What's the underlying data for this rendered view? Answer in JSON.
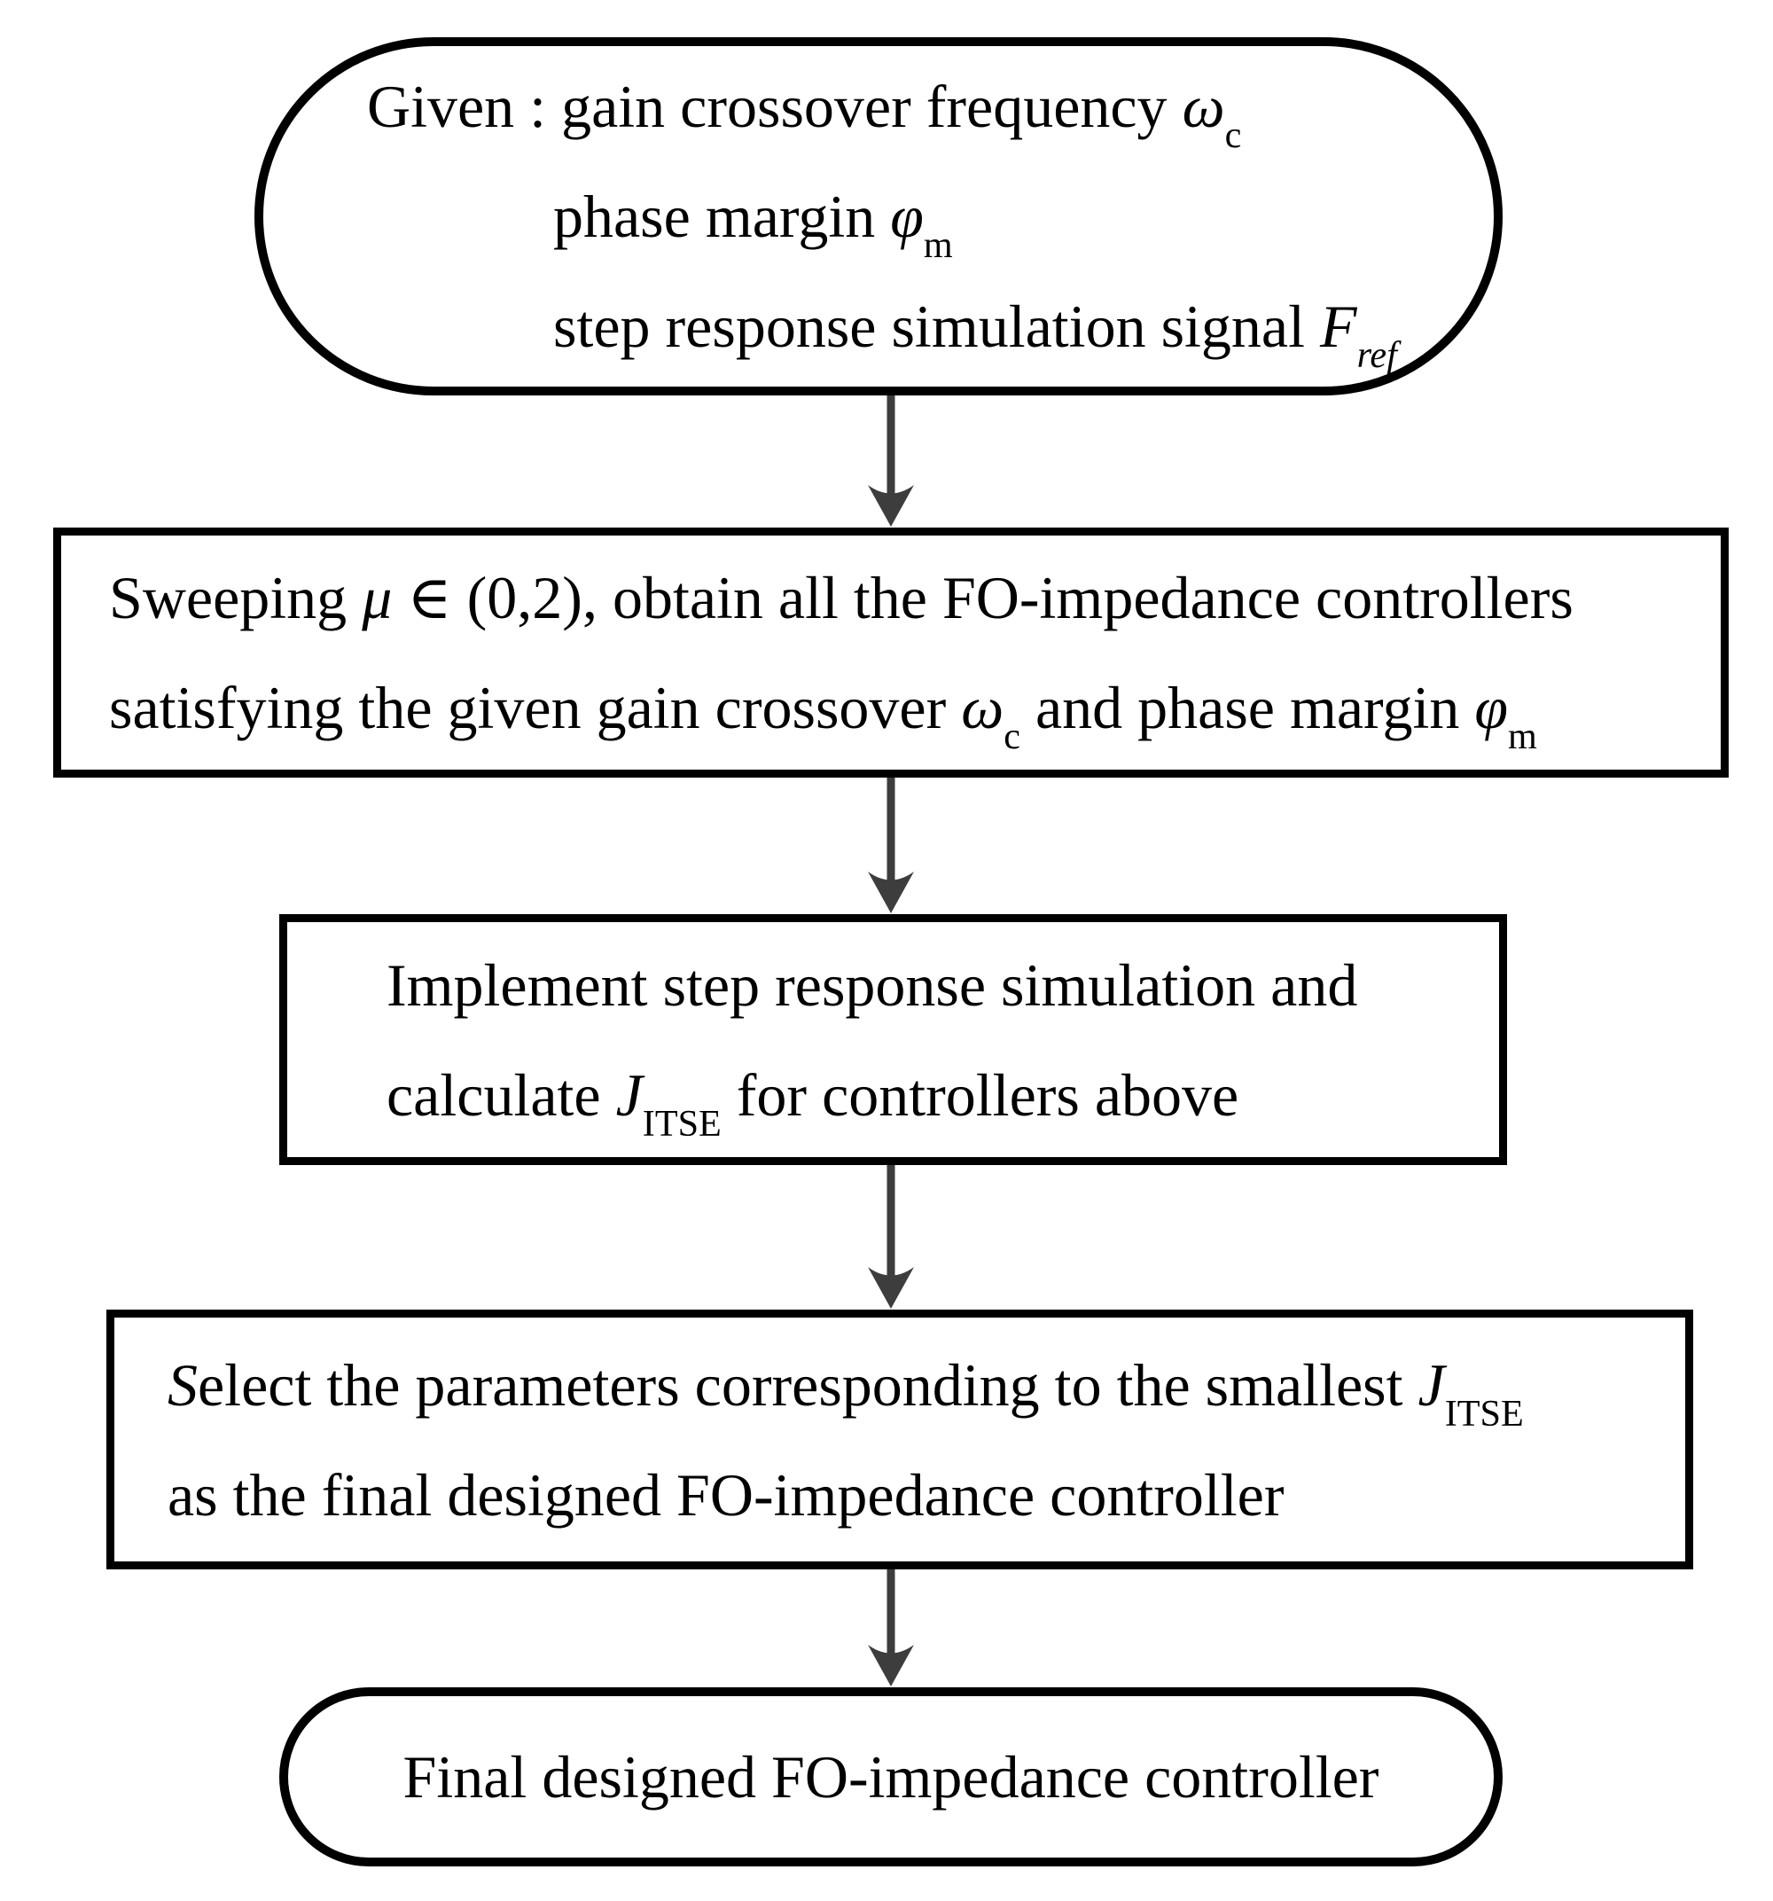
{
  "diagram": {
    "title": "FO-impedance controller design flowchart",
    "colors": {
      "background": "#ffffff",
      "node_fill": "#ffffff",
      "border": "#000000",
      "text": "#000000",
      "arrow": "#3d3d3d"
    },
    "nodes": [
      {
        "id": "start",
        "shape": "stadium",
        "lines": [
          {
            "runs": [
              {
                "t": "Given : gain crossover frequency "
              },
              {
                "t": "ω",
                "style": "italic"
              },
              {
                "t": "c",
                "style": "sub"
              }
            ]
          },
          {
            "indent": true,
            "runs": [
              {
                "t": "phase margin "
              },
              {
                "t": "φ",
                "style": "italic"
              },
              {
                "t": "m",
                "style": "sub"
              }
            ]
          },
          {
            "indent": true,
            "runs": [
              {
                "t": "step response simulation signal "
              },
              {
                "t": "F",
                "style": "italic"
              },
              {
                "t": "ref",
                "style": "sub-italic"
              }
            ]
          }
        ]
      },
      {
        "id": "sweep",
        "shape": "rect",
        "lines": [
          {
            "runs": [
              {
                "t": "Sweeping "
              },
              {
                "t": "μ",
                "style": "italic"
              },
              {
                "t": " ∈ (0,2), obtain all the FO-impedance controllers"
              }
            ]
          },
          {
            "runs": [
              {
                "t": "satisfying the given gain crossover "
              },
              {
                "t": "ω",
                "style": "italic"
              },
              {
                "t": "c",
                "style": "sub"
              },
              {
                "t": " and phase margin "
              },
              {
                "t": "φ",
                "style": "italic"
              },
              {
                "t": "m",
                "style": "sub"
              }
            ]
          }
        ]
      },
      {
        "id": "simulate",
        "shape": "rect",
        "lines": [
          {
            "runs": [
              {
                "t": "Implement step response simulation and"
              }
            ]
          },
          {
            "runs": [
              {
                "t": "calculate "
              },
              {
                "t": "J",
                "style": "italic"
              },
              {
                "t": "ITSE",
                "style": "sub"
              },
              {
                "t": " for controllers above"
              }
            ]
          }
        ]
      },
      {
        "id": "select",
        "shape": "rect",
        "lines": [
          {
            "runs": [
              {
                "t": "S",
                "style": "italic"
              },
              {
                "t": "elect the parameters corresponding to the smallest "
              },
              {
                "t": "J",
                "style": "italic"
              },
              {
                "t": "ITSE",
                "style": "sub"
              }
            ]
          },
          {
            "runs": [
              {
                "t": "as the final designed FO-impedance controller"
              }
            ]
          }
        ]
      },
      {
        "id": "final",
        "shape": "stadium",
        "lines": [
          {
            "runs": [
              {
                "t": "Final designed FO-impedance controller"
              }
            ]
          }
        ]
      }
    ],
    "arrows": [
      {
        "name": "flow-arrow-1",
        "from": "start",
        "to": "sweep"
      },
      {
        "name": "flow-arrow-2",
        "from": "sweep",
        "to": "simulate"
      },
      {
        "name": "flow-arrow-3",
        "from": "simulate",
        "to": "select"
      },
      {
        "name": "flow-arrow-4",
        "from": "select",
        "to": "final"
      }
    ]
  }
}
